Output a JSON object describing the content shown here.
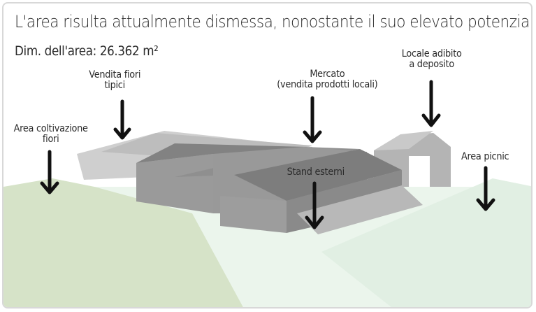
{
  "title": "L'area risulta attualmente dismessa, nonostante il suo elevato potenziale.",
  "dimensions": {
    "label": "Dim. dell'area:",
    "value": "26.362",
    "unit": "m²"
  },
  "labels": {
    "fiori_tipici": [
      "Vendita fiori",
      "tipici"
    ],
    "mercato": [
      "Mercato",
      "(vendita prodotti locali)"
    ],
    "deposito": [
      "Locale adibito",
      "a deposito"
    ],
    "coltivazione": [
      "Area coltivazione",
      "fiori"
    ],
    "stand": [
      "Stand esterni"
    ],
    "picnic": [
      "Area picnic"
    ]
  },
  "colors": {
    "field_green": "#d6e3c8",
    "lawn_green": "#e3f1e4",
    "building_dark": "#8a8a8a",
    "building_mid": "#a3a3a3",
    "building_light": "#cccccc",
    "arrow": "#111111"
  }
}
